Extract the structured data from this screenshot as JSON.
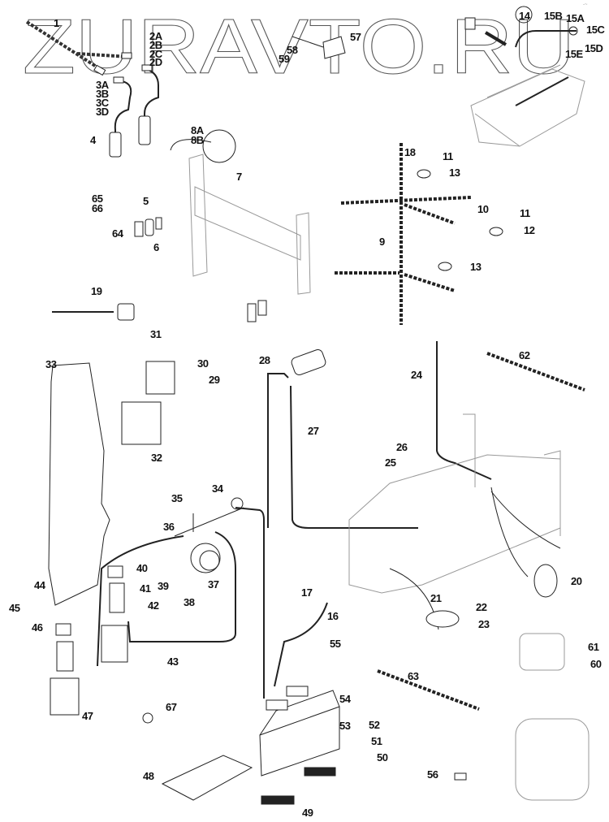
{
  "watermark": "ZURAVTO.RU",
  "corner_mark": "-~",
  "diagram": {
    "type": "exploded parts diagram",
    "subject": "loader electrical system",
    "labels": [
      {
        "id": "1",
        "text": "1"
      },
      {
        "id": "2A",
        "text": "2A"
      },
      {
        "id": "2B",
        "text": "2B"
      },
      {
        "id": "2C",
        "text": "2C"
      },
      {
        "id": "2D",
        "text": "2D"
      },
      {
        "id": "3A",
        "text": "3A"
      },
      {
        "id": "3B",
        "text": "3B"
      },
      {
        "id": "3C",
        "text": "3C"
      },
      {
        "id": "3D",
        "text": "3D"
      },
      {
        "id": "4",
        "text": "4"
      },
      {
        "id": "5",
        "text": "5"
      },
      {
        "id": "6",
        "text": "6"
      },
      {
        "id": "7",
        "text": "7"
      },
      {
        "id": "8A",
        "text": "8A"
      },
      {
        "id": "8B",
        "text": "8B"
      },
      {
        "id": "9",
        "text": "9"
      },
      {
        "id": "10",
        "text": "10"
      },
      {
        "id": "11a",
        "text": "11"
      },
      {
        "id": "11b",
        "text": "11"
      },
      {
        "id": "12",
        "text": "12"
      },
      {
        "id": "13a",
        "text": "13"
      },
      {
        "id": "13b",
        "text": "13"
      },
      {
        "id": "14",
        "text": "14"
      },
      {
        "id": "15A",
        "text": "15A"
      },
      {
        "id": "15B",
        "text": "15B"
      },
      {
        "id": "15C",
        "text": "15C"
      },
      {
        "id": "15D",
        "text": "15D"
      },
      {
        "id": "15E",
        "text": "15E"
      },
      {
        "id": "16a",
        "text": "16"
      },
      {
        "id": "17",
        "text": "17"
      },
      {
        "id": "18",
        "text": "18"
      },
      {
        "id": "19",
        "text": "19"
      },
      {
        "id": "20",
        "text": "20"
      },
      {
        "id": "21",
        "text": "21"
      },
      {
        "id": "22",
        "text": "22"
      },
      {
        "id": "23",
        "text": "23"
      },
      {
        "id": "24",
        "text": "24"
      },
      {
        "id": "25",
        "text": "25"
      },
      {
        "id": "26",
        "text": "26"
      },
      {
        "id": "27",
        "text": "27"
      },
      {
        "id": "28",
        "text": "28"
      },
      {
        "id": "29",
        "text": "29"
      },
      {
        "id": "30",
        "text": "30"
      },
      {
        "id": "31",
        "text": "31"
      },
      {
        "id": "32",
        "text": "32"
      },
      {
        "id": "33",
        "text": "33"
      },
      {
        "id": "34",
        "text": "34"
      },
      {
        "id": "35",
        "text": "35"
      },
      {
        "id": "36",
        "text": "36"
      },
      {
        "id": "37",
        "text": "37"
      },
      {
        "id": "38",
        "text": "38"
      },
      {
        "id": "39",
        "text": "39"
      },
      {
        "id": "40",
        "text": "40"
      },
      {
        "id": "41",
        "text": "41"
      },
      {
        "id": "42",
        "text": "42"
      },
      {
        "id": "43",
        "text": "43"
      },
      {
        "id": "44",
        "text": "44"
      },
      {
        "id": "45",
        "text": "45"
      },
      {
        "id": "46",
        "text": "46"
      },
      {
        "id": "47",
        "text": "47"
      },
      {
        "id": "48",
        "text": "48"
      },
      {
        "id": "49",
        "text": "49"
      },
      {
        "id": "50",
        "text": "50"
      },
      {
        "id": "51",
        "text": "51"
      },
      {
        "id": "52",
        "text": "52"
      },
      {
        "id": "53",
        "text": "53"
      },
      {
        "id": "54",
        "text": "54"
      },
      {
        "id": "55",
        "text": "55"
      },
      {
        "id": "56",
        "text": "56"
      },
      {
        "id": "57",
        "text": "57"
      },
      {
        "id": "58",
        "text": "58"
      },
      {
        "id": "59",
        "text": "59"
      },
      {
        "id": "60",
        "text": "60"
      },
      {
        "id": "61",
        "text": "61"
      },
      {
        "id": "62",
        "text": "62"
      },
      {
        "id": "63",
        "text": "63"
      },
      {
        "id": "64",
        "text": "64"
      },
      {
        "id": "65",
        "text": "65"
      },
      {
        "id": "66",
        "text": "66"
      },
      {
        "id": "67",
        "text": "67"
      }
    ]
  }
}
